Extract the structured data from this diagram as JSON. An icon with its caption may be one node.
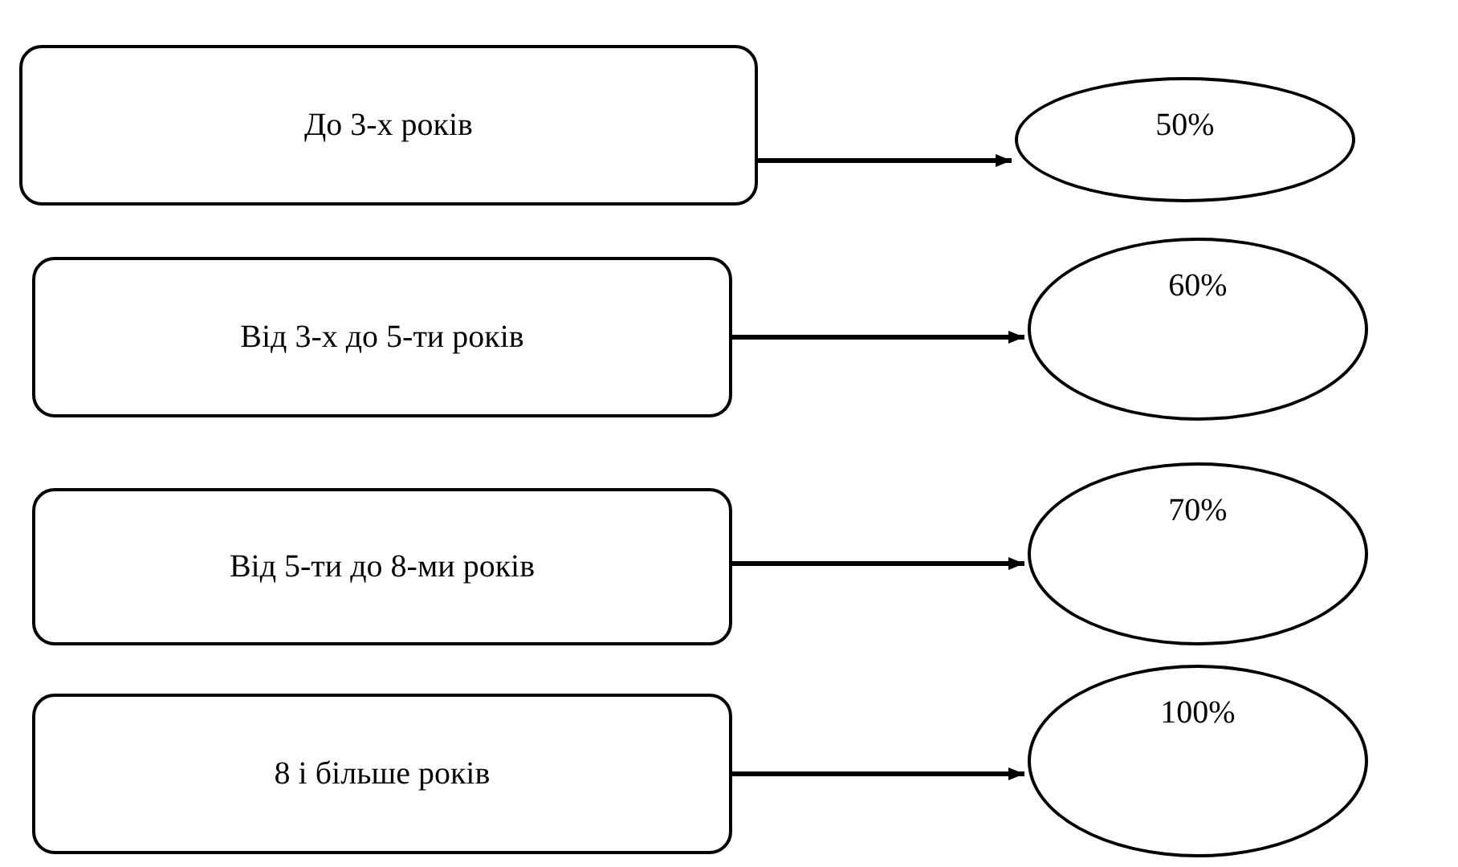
{
  "diagram": {
    "nodes": [
      {
        "text": [
          "До 3-х років"
        ]
      },
      {
        "text": [
          "50%"
        ]
      },
      {
        "text": [
          "Від 3-х до 5-ти років"
        ]
      },
      {
        "text": [
          "60%"
        ]
      },
      {
        "text": [
          "Від 5-ти до 8-ми років"
        ]
      },
      {
        "text": [
          "70%"
        ]
      },
      {
        "text": [
          "8 і більше років"
        ]
      },
      {
        "text": [
          "100%"
        ]
      }
    ],
    "edges": [
      {
        "from": 0,
        "to": 1,
        "arrow": "to"
      },
      {
        "from": 2,
        "to": 3,
        "arrow": "to"
      },
      {
        "from": 4,
        "to": 5,
        "arrow": "to"
      },
      {
        "from": 6,
        "to": 7,
        "arrow": "to"
      }
    ]
  }
}
